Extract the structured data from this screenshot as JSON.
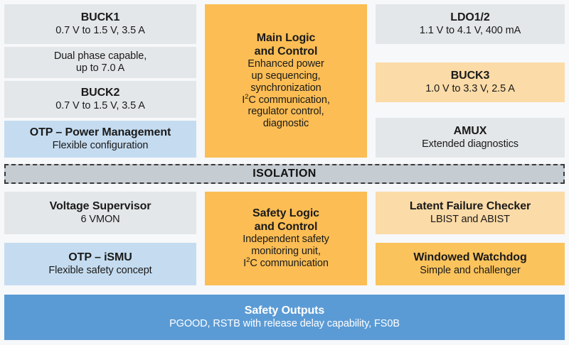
{
  "diagram": {
    "title_sections": {
      "isolation_label": "ISOLATION"
    },
    "colors": {
      "gray": "#e4e7e9",
      "light_blue": "#c5dcf0",
      "orange": "#fbbd54",
      "orange_light": "#fbdba7",
      "orange_mid": "#fbc35c",
      "blue_deep": "#5b9bd5",
      "isolation_fill": "#c5cdd3",
      "isolation_border": "#3a3a3a",
      "page_background": "#f7f8fa"
    },
    "power_domain": {
      "left_column": [
        {
          "title": "BUCK1",
          "subtitle": "0.7 V to 1.5 V, 3.5 A",
          "fill": "gray"
        },
        {
          "title": "",
          "subtitle": "Dual phase capable,\nup to 7.0 A",
          "fill": "gray"
        },
        {
          "title": "BUCK2",
          "subtitle": "0.7 V to 1.5 V, 3.5 A",
          "fill": "gray"
        },
        {
          "title": "OTP – Power Management",
          "subtitle": "Flexible configuration",
          "fill": "light_blue"
        }
      ],
      "center_column": {
        "title_line1": "Main Logic",
        "title_line2": "and Control",
        "body_lines": [
          "Enhanced power",
          "up sequencing,",
          "synchronization",
          "I2C communication,",
          "regulator control,",
          "diagnostic"
        ],
        "fill": "orange"
      },
      "right_column": [
        {
          "title": "LDO1/2",
          "subtitle": "1.1 V to 4.1 V, 400 mA",
          "fill": "gray"
        },
        {
          "title": "BUCK3",
          "subtitle": "1.0 V to 3.3 V, 2.5 A",
          "fill": "orange_light"
        },
        {
          "title": "AMUX",
          "subtitle": "Extended diagnostics",
          "fill": "gray"
        }
      ]
    },
    "safety_domain": {
      "left_column": [
        {
          "title": "Voltage Supervisor",
          "subtitle": "6 VMON",
          "fill": "gray"
        },
        {
          "title": "OTP – iSMU",
          "subtitle": "Flexible safety concept",
          "fill": "light_blue"
        }
      ],
      "center_column": {
        "title_line1": "Safety Logic",
        "title_line2": "and Control",
        "body_lines": [
          "Independent safety",
          "monitoring unit,",
          "I2C communication"
        ],
        "fill": "orange"
      },
      "right_column": [
        {
          "title": "Latent Failure Checker",
          "subtitle": "LBIST and ABIST",
          "fill": "orange_light"
        },
        {
          "title": "Windowed Watchdog",
          "subtitle": "Simple and challenger",
          "fill": "orange_mid"
        }
      ]
    },
    "footer": {
      "title": "Safety Outputs",
      "subtitle": "PGOOD, RSTB with release delay capability, FS0B",
      "fill": "blue_deep"
    }
  }
}
